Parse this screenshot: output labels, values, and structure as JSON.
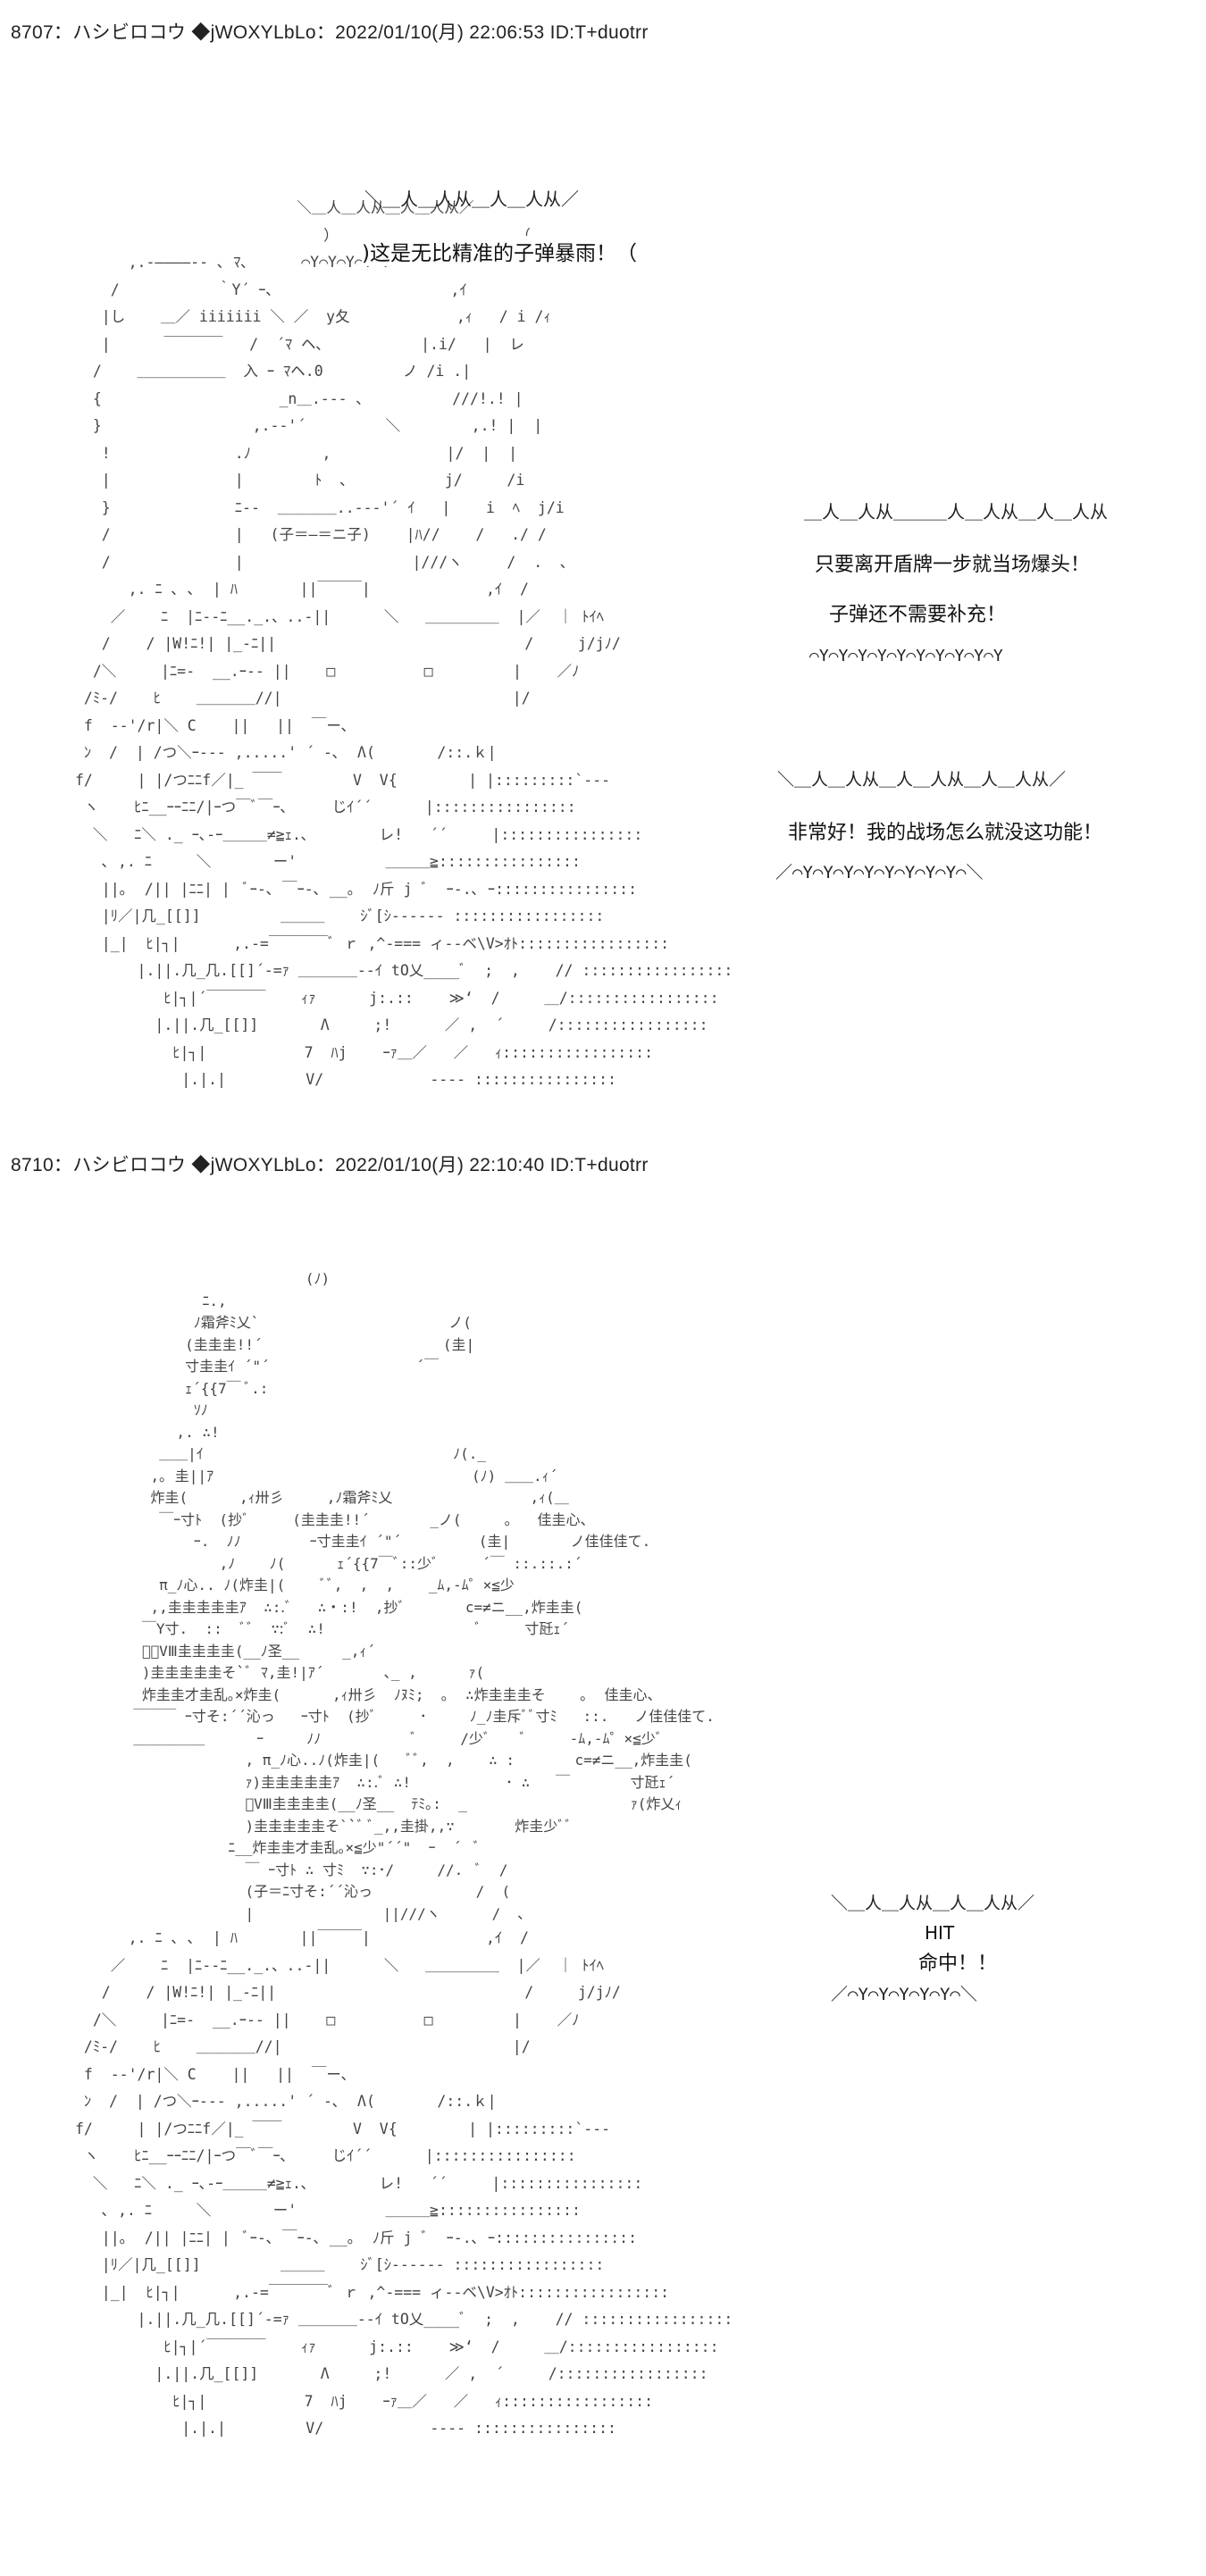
{
  "post1": {
    "header": "8707：ハシビロコウ ◆jWOXYLbLo：2022/01/10(月) 22:06:53 ID:T+duotrr",
    "bubble_top": {
      "frame_top": "＼＿人＿人从＿人＿人从／",
      "frame_bottom": "／⌒Y⌒Y⌒Y⌒Y⌒Y⌒＼",
      "text": ")这是无比精准的子弹暴雨！（"
    },
    "bubble_right_1": {
      "frame_top": "＿人＿人从＿＿＿人＿人从＿人＿人从",
      "frame_bottom": "⌒Y⌒Y⌒Y⌒Y⌒Y⌒Y⌒Y⌒Y⌒Y⌒Y",
      "line1": "只要离开盾牌一步就当场爆头！",
      "line2": "子弹还不需要补充！"
    },
    "bubble_right_2": {
      "frame_top": "＼＿人＿人从＿人＿人从＿人＿人从／",
      "frame_bottom": "／⌒Y⌒Y⌒Y⌒Y⌒Y⌒Y⌒Y⌒Y⌒＼",
      "text": "非常好！我的战场怎么就没这功能！"
    },
    "art_left": "                         ＼＿人＿人从＿人＿人从／\n                            ）                    （\n      ,.-――――‐- ､ ﾏ､      ⌒Y⌒Y⌒Y⌒Y⌒Y⌒\n    /           ｀Y´ ｰ､                    ,ｲ\n   |し    ＿／ iiiiiii ＼ ／  y夂            ,ｨ   / i /ｨ\n   |      ￣￣￣￣   /  ´ﾏ ヘ､           |.i/   |  レ\n  /    ＿＿＿＿＿＿  入 ｰ ﾏヘ.0         ノ /i .|\n  {                    _n＿.-‐- ､          ///!.! |\n  }                 ,.--'´         ＼        ,.! |  |\n   !              .ﾉ        ,             |/  |  |\n   |              |        ﾄ  ､           j/     /i\n   }              ﾆ-‐  ＿＿＿＿..--‐'´ ｲ   |    i  ﾍ  j/i\n   /              |   (子＝―＝ニ子)    |ﾊ//    /   ./ /\n   /              |                   |///ヽ     /  .  ､\n      ,. ﾆ ､ ､  | ﾊ       ||￣￣￣|             ,ｲ  /\n    ／    ﾆ  |ﾆ--ﾆ__._.、..-||      ＼   ＿＿＿＿＿  |／  ｜ ﾄｲﾍ\n   /    / |W!ﾆ!| |_-ﾆ||                            /     j/jﾉ/\n  /＼     |ﾆ=-  __.ｰ-- ||    □          □         |    ／ﾉ\n /ﾐ-/    ﾋ    ＿＿＿＿//|                          |/\n f  -‐'/r|＼ C    ||   ||  ￣ー､      \n ﾝ  /  | /つ＼ｰ--- ,.....' ´ ‐､  Λ(       /::.ｋ|\nf/     | |/つﾆﾆf／|_ ￣￣        V  V{        | |:::::::::`‐--\n ヽ    ﾋﾆ__ｰｰﾆﾆ/|ｰつ￣ﾞ￣ｰ､     じｲ´´      |::::::::::::::::\n  ＼   ﾆ＼ ._ ｰ､‐ｰ＿＿＿≠≧ｪ.､        レ!   ´´     |::::::::::::::::\n   ､ ,. ﾆ     ＼       ー'          ＿＿＿≧::::::::::::::::\n   ||｡  /|| |ﾆﾆ| |  ﾞｰ-､ ￣ｰ-､ __｡  ﾉ斤 j ﾞ  ｰ-.､ ｰ::::::::::::::::\n   |ﾘ／|几_[[]]         ＿＿＿    ｼﾞ[ｼ-----‐ :::::::::::::::::\n   |_|  ﾋ|┐|      ,.-=￣￣￣￣ﾞ ｒ ,^-=== ィ‐-ベ\\V>ｵﾄ:::::::::::::::::\n       |.||.几_几.[[]´-=ｧ ＿＿＿＿--ｲ tO乂____ﾞ  ;  ,    // :::::::::::::::::\n          ﾋ|┐|´￣￣￣￣    ｨｧ      j:.::    ≫‘  /     ＿/:::::::::::::::::\n         |.||.几_[[]]       Λ     ;!      ／ ,  ´     /:::::::::::::::::\n           ﾋ|┐|           7  ﾊj    ｰｧ＿／   ／   ｨ:::::::::::::::::\n            |.|.|         V/            ‐‐‐‐ ::::::::::::::::"
  },
  "post2": {
    "header": "8710：ハシビロコウ ◆jWOXYLbLo：2022/01/10(月) 22:10:40 ID:T+duotrr",
    "bubble_hit": {
      "frame_top": "＼＿人＿人从＿人＿人从／",
      "frame_bottom": "／⌒Y⌒Y⌒Y⌒Y⌒Y⌒＼",
      "line1": "HIT",
      "line2": "命中！！"
    },
    "art_onomatopoeia": "                      (ﾉ)\n          ﾆ.,\n         ﾉ霜斧ﾐ乂`                      ノ(\n        (圭圭圭!!´                     (圭|\n        寸圭圭ｲ ´\"´                 ´￣\n        ｪ´{{7￣ ﾞ.:\n         ｿﾉ\n       ,. ∴!\n     ＿＿|ｲ                             ﾉ(._\n    ,｡ 圭||ｱ                              (ﾉ) ＿＿.ｨ´\n    炸圭(      ,ｨ卅彡     ,ﾉ霜斧ﾐ乂                ,ｨ(＿\n     ￣ｰ寸ﾄ  (抄ﾞ     (圭圭圭!!´       _ノ(     ｡   佳圭心、\n         ｰ.  ﾉﾉ        ｰ寸圭圭ｲ ´\"´         (圭|       ノ佳佳佳て.\n            ,ﾉ    ﾉ(      ｪ´{{7￣ﾞ::少ﾞ     ´￣ ::.::.:´\n     π_ﾉ心.. ﾉ(炸圭|(    ﾞﾞ,  ,  ,    _ﾑ,-ﾑ゜×≦少\n    ,,圭圭圭圭圭ｱ  ∴:.ﾞ   ∴・:!  ,抄ﾞ       c=≠ニ__,炸圭圭(\n   ￣Y寸.  ::  ﾞﾞ  ∵:ﾞ  ∴!                  ﾞ     寸瓩ｪ´\n   ﾞﾞVⅢ圭圭圭圭(__ﾉ圣__     _,ｨ´\n   )圭圭圭圭圭そ`ﾞ ﾏ,圭!|ｱ´       ､_ ,      ｧ(\n   炸圭圭才圭乱｡×炸圭(      ,ｨ卅彡  ﾉﾇﾐ;  ｡  ∴炸圭圭圭そ    ｡  佳圭心、\n  ￣￣￣ ｰ寸そ:´´沁っ   ｰ寸ﾄ  (抄ﾞ     ･     ﾉ_ﾉ圭斥ﾞﾞ寸ﾐ   ::.   ノ佳佳佳て.\n  ＿＿＿＿＿      ｰ     ﾉﾉ           ﾞ     /少ﾞ    ﾞ     -ﾑ,-ﾑ゜×≦少ﾞ\n               , π_ﾉ心..ﾉ(炸圭|(   ﾞﾞ,  ,    ∴ :       c=≠ニ__,炸圭圭(\n               ｧ)圭圭圭圭圭ｱ  ∴:.ﾞ ∴!           ･ ∴   ￣       寸瓩ｪ´\n               ﾞVⅢ圭圭圭圭(__ﾉ圣__  ﾃﾐ｡:  _                   ｧ(炸乂ｨ\n               )圭圭圭圭圭そ``ﾞ ﾞ_,,圭掛,,∵       炸圭少ﾞﾞ\n             ﾆ__炸圭圭才圭乱｡×≦少\"´´\"  ｰ  ´  ﾞ\n               ￣ ｰ寸ﾄ ∴ 寸ﾐ  ∵:･/     //.  ﾞ  /\n               (子＝ﾆ寸そ:´´沁っ            /  (\n               |               ||///ヽ      /  ､",
    "art_bottom": "      ,. ﾆ ､ ､  | ﾊ       ||￣￣￣|             ,ｲ  /\n    ／    ﾆ  |ﾆ--ﾆ__._.、..-||      ＼   ＿＿＿＿＿  |／  ｜ ﾄｲﾍ\n   /    / |W!ﾆ!| |_-ﾆ||                            /     j/jﾉ/\n  /＼     |ﾆ=-  __.ｰ-- ||    □          □         |    ／ﾉ\n /ﾐ-/    ﾋ    ＿＿＿＿//|                          |/\n f  -‐'/r|＼ C    ||   ||  ￣ー､      \n ﾝ  /  | /つ＼ｰ--- ,.....' ´ ‐､  Λ(       /::.ｋ|\nf/     | |/つﾆﾆf／|_ ￣￣        V  V{        | |:::::::::`‐--\n ヽ    ﾋﾆ__ｰｰﾆﾆ/|ｰつ￣ﾞ￣ｰ､     じｲ´´      |::::::::::::::::\n  ＼   ﾆ＼ ._ ｰ､‐ｰ＿＿＿≠≧ｪ.､        レ!   ´´     |::::::::::::::::\n   ､ ,. ﾆ     ＼       ー'          ＿＿＿≧::::::::::::::::\n   ||｡  /|| |ﾆﾆ| |  ﾞｰ-､ ￣ｰ-､ __｡  ﾉ斤 j ﾞ  ｰ-.､ ｰ::::::::::::::::\n   |ﾘ／|几_[[]]         ＿＿＿    ｼﾞ[ｼ-----‐ :::::::::::::::::\n   |_|  ﾋ|┐|      ,.-=￣￣￣￣ﾞ ｒ ,^-=== ィ‐-ベ\\V>ｵﾄ:::::::::::::::::\n       |.||.几_几.[[]´-=ｧ ＿＿＿＿--ｲ tO乂____ﾞ  ;  ,    // :::::::::::::::::\n          ﾋ|┐|´￣￣￣￣    ｨｧ      j:.::    ≫‘  /     ＿/:::::::::::::::::\n         |.||.几_[[]]       Λ     ;!      ／ ,  ´     /:::::::::::::::::\n           ﾋ|┐|           7  ﾊj    ｰｧ＿／   ／   ｨ:::::::::::::::::\n            |.|.|         V/            ‐‐‐‐ ::::::::::::::::"
  }
}
